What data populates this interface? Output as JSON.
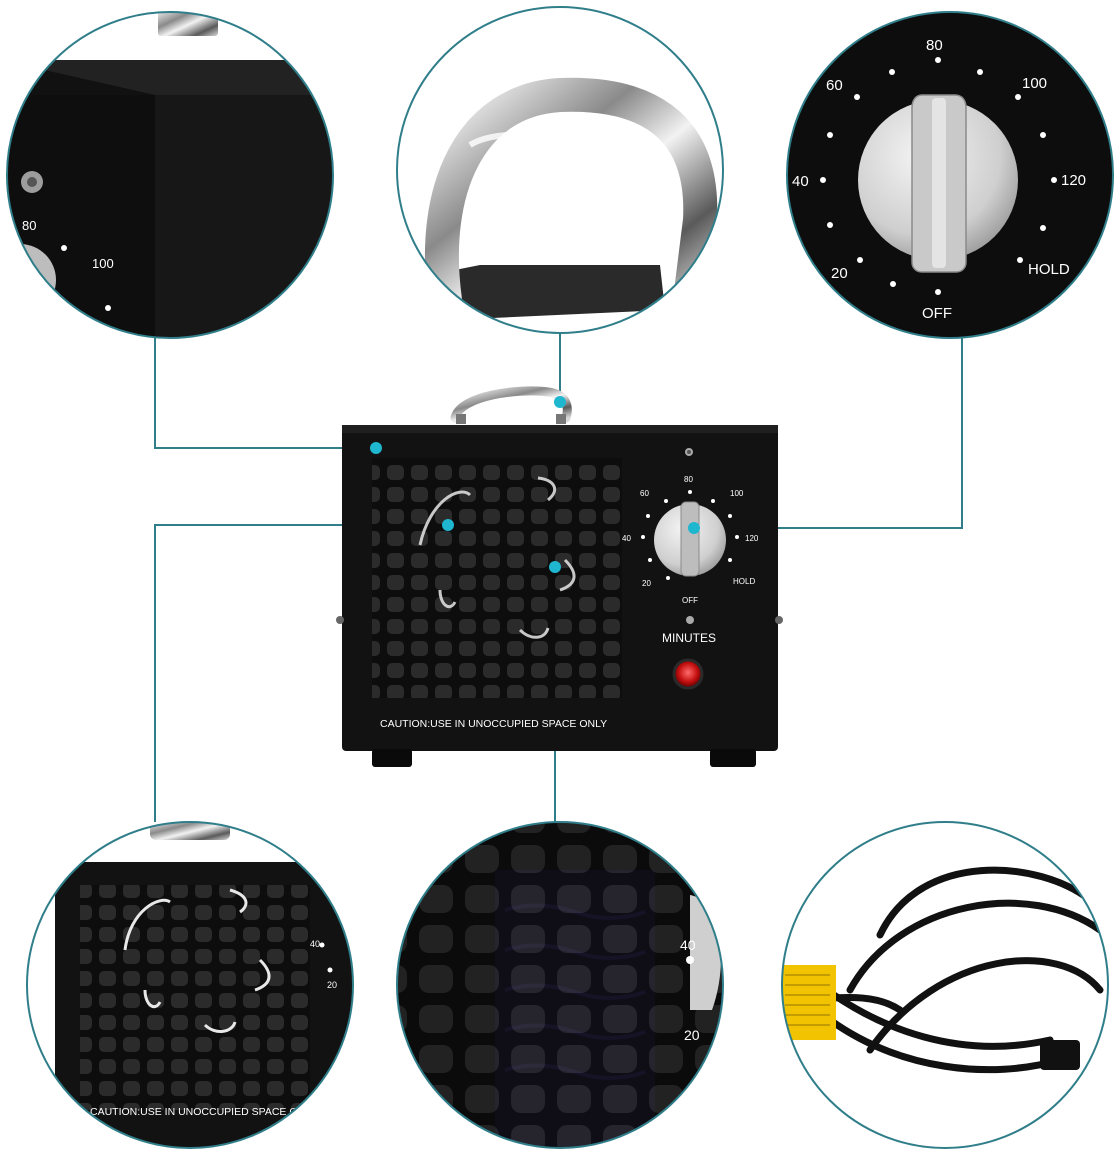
{
  "colors": {
    "callout_line": "#2f7e8a",
    "callout_dot": "#1fb6cf",
    "device_body": "#111111",
    "knob": "#d9d9d9",
    "indicator": "#d21818",
    "cord_tag": "#f2c300"
  },
  "device": {
    "caution_text": "CAUTION:USE IN UNOCCUPIED SPACE ONLY",
    "minutes_label": "MINUTES",
    "dial_labels": {
      "off": "OFF",
      "m20": "20",
      "m40": "40",
      "m60": "60",
      "m80": "80",
      "m100": "100",
      "m120": "120",
      "hold": "HOLD"
    }
  },
  "detail_top_left": {
    "label_80": "80",
    "label_100": "100"
  },
  "detail_top_right": {
    "label_off": "OFF",
    "label_20": "20",
    "label_40": "40",
    "label_60": "60",
    "label_80": "80",
    "label_100": "100",
    "label_120": "120",
    "label_hold": "HOLD"
  },
  "detail_bottom_left": {
    "caution_text": "CAUTION:USE IN UNOCCUPIED SPACE ON",
    "label_40": "40",
    "label_20": "20"
  },
  "detail_bottom_middle": {
    "label_40": "40",
    "label_20": "20"
  },
  "icons": {
    "handle": "handle-icon",
    "fan": "fan-icon",
    "uv_lamp": "uv-lamp-icon",
    "power_cord": "power-cord-icon",
    "timer_knob": "timer-knob-icon"
  }
}
